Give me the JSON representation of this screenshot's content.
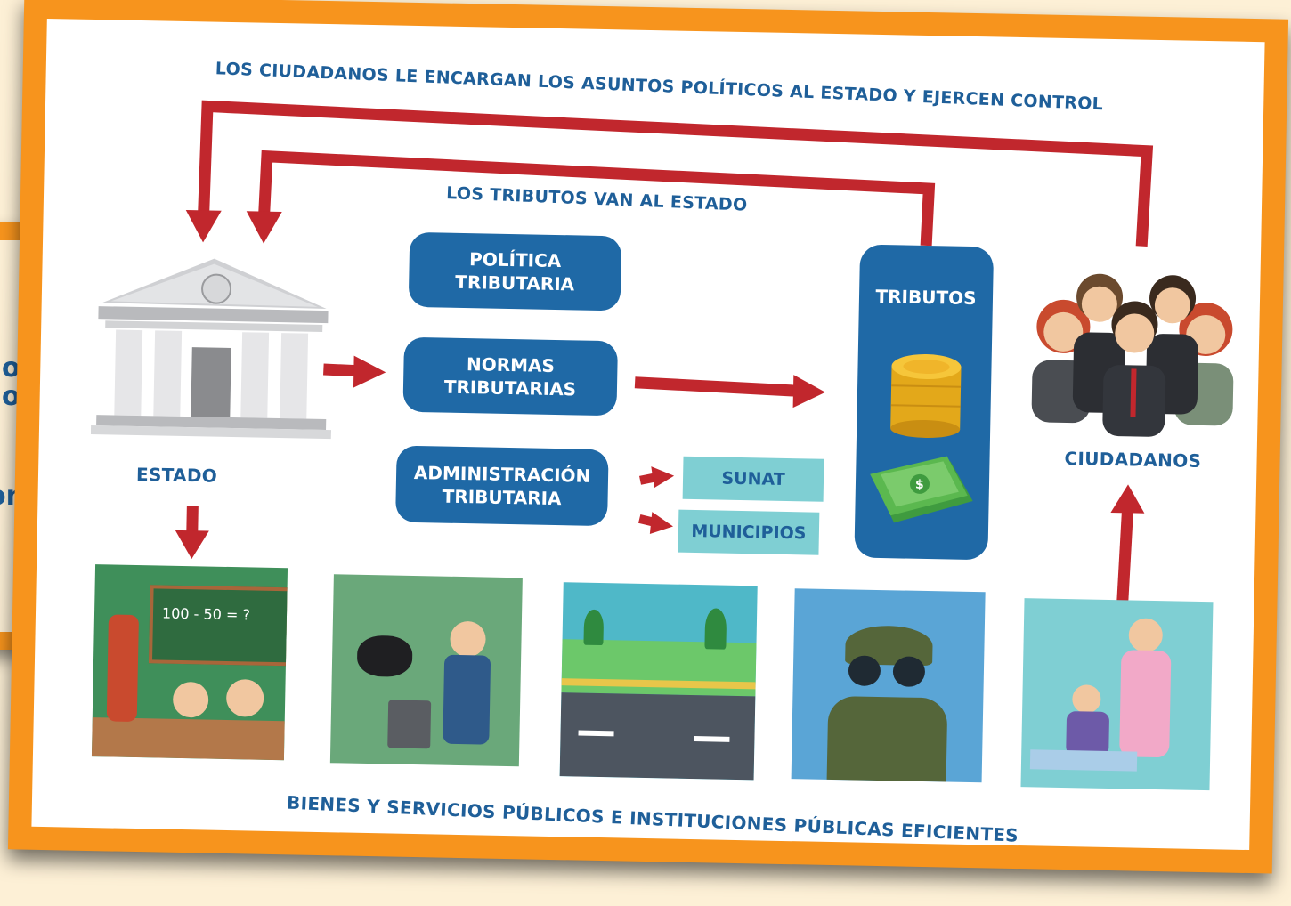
{
  "back_card": {
    "fragments": [
      "o",
      "o",
      "on"
    ]
  },
  "top_label": "LOS CIUDADANOS LE ENCARGAN LOS ASUNTOS POLÍTICOS AL ESTADO Y EJERCEN CONTROL",
  "second_label": "LOS TRIBUTOS VAN AL ESTADO",
  "estado_label": "ESTADO",
  "ciudadanos_label": "CIUDADANOS",
  "bottom_label": "BIENES Y SERVICIOS PÚBLICOS E INSTITUCIONES PÚBLICAS EFICIENTES",
  "boxes": {
    "politica": "POLÍTICA\nTRIBUTARIA",
    "normas": "NORMAS\nTRIBUTARIAS",
    "administracion": "ADMINISTRACIÓN\nTRIBUTARIA"
  },
  "tags": {
    "sunat": "SUNAT",
    "municipios": "MUNICIPIOS"
  },
  "tributos_title": "TRIBUTOS",
  "classroom": {
    "board_text": "100 - 50 = ?"
  },
  "colors": {
    "orange": "#f7941d",
    "blue": "#1f69a6",
    "red": "#c1272d",
    "teal": "#7fcfd3",
    "cream": "#fdf0d6"
  }
}
